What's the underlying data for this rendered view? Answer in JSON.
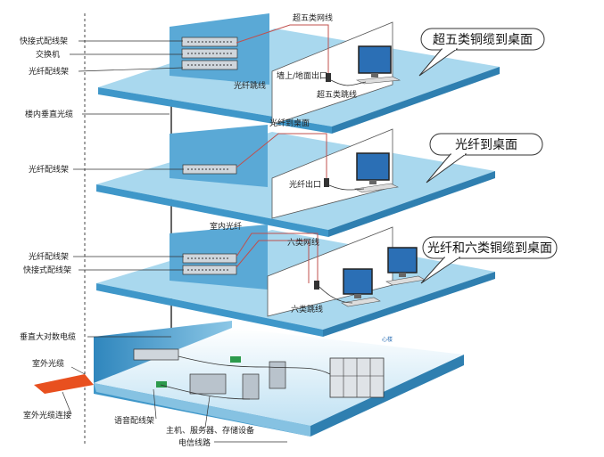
{
  "left_labels": {
    "quick_patch_panel": "快接式配线架",
    "switch": "交换机",
    "fiber_patch_panel_1": "光纤配线架",
    "vertical_fiber": "楼内垂直光缆",
    "fiber_patch_panel_2": "光纤配线架",
    "fiber_patch_panel_3": "光纤配线架",
    "quick_patch_panel_3": "快接式配线架",
    "vertical_multipair_cable": "垂直大对数电缆",
    "outdoor_fiber": "室外光缆",
    "outdoor_fiber_connect": "室外光缆连接"
  },
  "inline_labels": {
    "cat5e_cable": "超五类网线",
    "wall_floor_outlet": "墙上/地面出口",
    "cat5e_patch": "超五类跳线",
    "fiber_jumper": "光纤跳线",
    "fiber_to_desk": "光纤到桌面",
    "fiber_outlet": "光纤出口",
    "indoor_fiber": "室内光纤",
    "cat6_cable": "六类网线",
    "cat6_patch": "六类跳线",
    "voice_patch_panel": "语音配线架",
    "host_server_storage": "主机、服务器、存储设备",
    "telecom_line": "电信线路",
    "small_tag": "心楼"
  },
  "callouts": {
    "floor1": "超五类铜缆到桌面",
    "floor2": "光纤到桌面",
    "floor3": "光纤和六类铜缆到桌面"
  },
  "colors": {
    "floor_top": "#a9d8ee",
    "floor_side": "#3f97c9",
    "wall": "#5aa9d6",
    "partition": "#ffffff",
    "cable_red": "#c0504d",
    "accent_orange": "#e8501f"
  }
}
